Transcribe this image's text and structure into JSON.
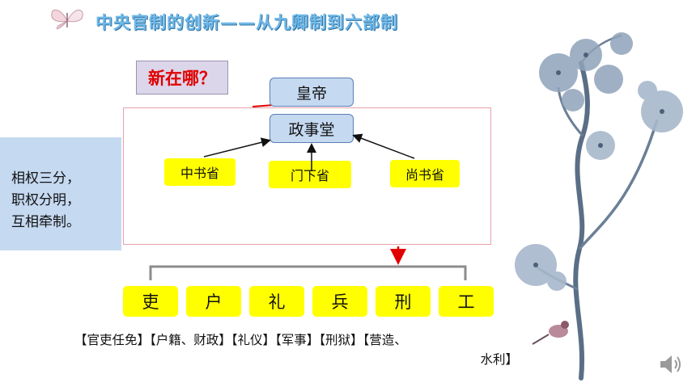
{
  "slide": {
    "title": "中央官制的创新——从九卿制到六部制",
    "badge": "新在哪？",
    "emperor": "皇帝",
    "council": "政事堂",
    "provinces": [
      "中书省",
      "门下省",
      "尚书省"
    ],
    "summary_lines": [
      "相权三分，",
      "职权分明，",
      "互相牵制。"
    ],
    "ministries": [
      "吏",
      "户",
      "礼",
      "兵",
      "刑",
      "工"
    ],
    "duties_line1": "【官吏任免】【户籍、财政】【礼仪】【军事】【刑狱】【营造、",
    "duties_line2": "水利】"
  },
  "colors": {
    "accent_red": "#e00000",
    "box_blue": "#c5d9f1",
    "box_yellow": "#ffff00",
    "frame_pink": "#e8a0aa",
    "title_blue": "#6fb8e8"
  },
  "icons": [
    "butterfly-icon",
    "speaker-icon",
    "tree-decoration"
  ]
}
